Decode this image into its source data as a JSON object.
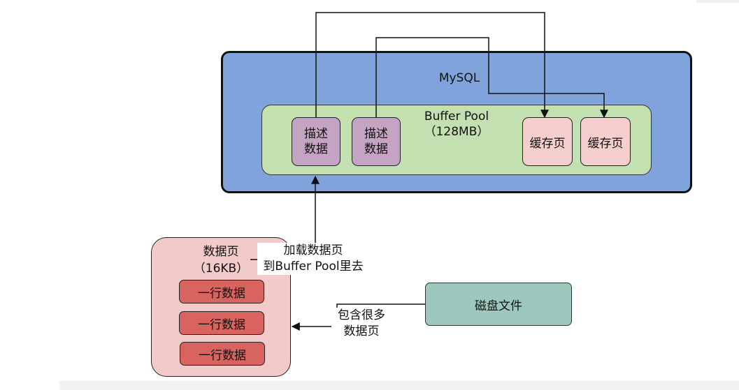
{
  "mysql": {
    "label": "MySQL"
  },
  "buffer_pool": {
    "line1": "Buffer Pool",
    "line2": "（128MB）"
  },
  "descriptors": [
    {
      "line1": "描述",
      "line2": "数据"
    },
    {
      "line1": "描述",
      "line2": "数据"
    }
  ],
  "cache_pages": [
    "缓存页",
    "缓存页"
  ],
  "data_page": {
    "line1": "数据页",
    "line2": "（16KB）",
    "rows": [
      "一行数据",
      "一行数据",
      "一行数据"
    ]
  },
  "disk": {
    "label": "磁盘文件"
  },
  "annotations": {
    "load_line1": "加载数据页",
    "load_line2": "到Buffer Pool里去",
    "contains_line1": "包含很多",
    "contains_line2": "数据页"
  },
  "colors": {
    "mysql": "#80a3dc",
    "buffer_pool": "#c3e0b0",
    "descriptor": "#c5a3c3",
    "cache_page": "#f5cece",
    "data_page": "#f3caca",
    "row": "#d9635f",
    "disk": "#9ec8bd"
  }
}
